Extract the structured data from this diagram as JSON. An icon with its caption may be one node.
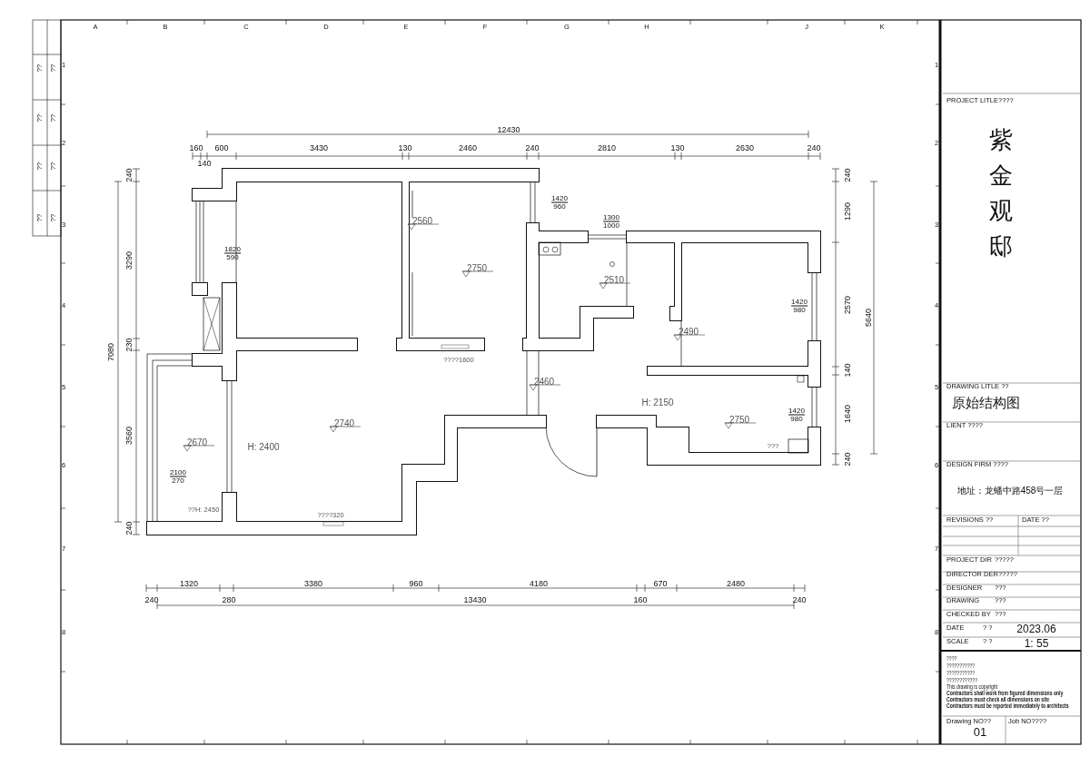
{
  "diagram": {
    "labels": [
      "A",
      "B",
      "C",
      "D",
      "E",
      "F",
      "G",
      "H",
      "J",
      "K",
      "1",
      "2",
      "3",
      "4",
      "5",
      "6",
      "7",
      "8",
      "1",
      "2",
      "3",
      "4",
      "5",
      "6",
      "7",
      "8",
      "??",
      "??",
      "??",
      "??",
      "??",
      "??",
      "??",
      "??",
      "12430",
      "160",
      "600",
      "3430",
      "130",
      "2460",
      "240",
      "2810",
      "130",
      "2630",
      "240",
      "140",
      "240",
      "3290",
      "230",
      "3560",
      "240",
      "7080",
      "240",
      "1290",
      "2570",
      "140",
      "1640",
      "240",
      "5640",
      "1420",
      "960",
      "1300",
      "1000",
      "2560",
      "1820",
      "590",
      "2750",
      "2510",
      "1420",
      "980",
      "2490",
      "????1600",
      "2460",
      "H: 2150",
      "1420",
      "980",
      "2750",
      "2740",
      "2670",
      "H: 2400",
      "???",
      "2100",
      "270",
      "??H: 2450",
      "????320",
      "1320",
      "3380",
      "960",
      "4180",
      "670",
      "2480",
      "240",
      "280",
      "13430",
      "160",
      "240",
      "PROJECT LITLE????",
      "紫金观邸",
      "DRAWING LITLE ??",
      "原始结构图",
      "LIENT ????",
      "DESIGN FIRM ????",
      "地址：龙蟠中路458号一层",
      "REVISIONS ??",
      "DATE ??",
      "PROJECT DIR",
      "?????",
      "DIRECTOR DER?????",
      "DESIGNER",
      "???",
      "DRAWING",
      "???",
      "CHECKED BY",
      "???",
      "DATE",
      "? ?",
      "2023.06",
      "SCALE",
      "? ?",
      "1: 55",
      "????",
      "???????????",
      "???????????",
      "????????????",
      "This drawing is copyright",
      "Contractors shall work from figured dimensions only",
      "Contractors must check all dimensions on site",
      "Contractors must be reported immediately to architects",
      "Drawing NO??",
      "Job NO????",
      "01"
    ]
  }
}
